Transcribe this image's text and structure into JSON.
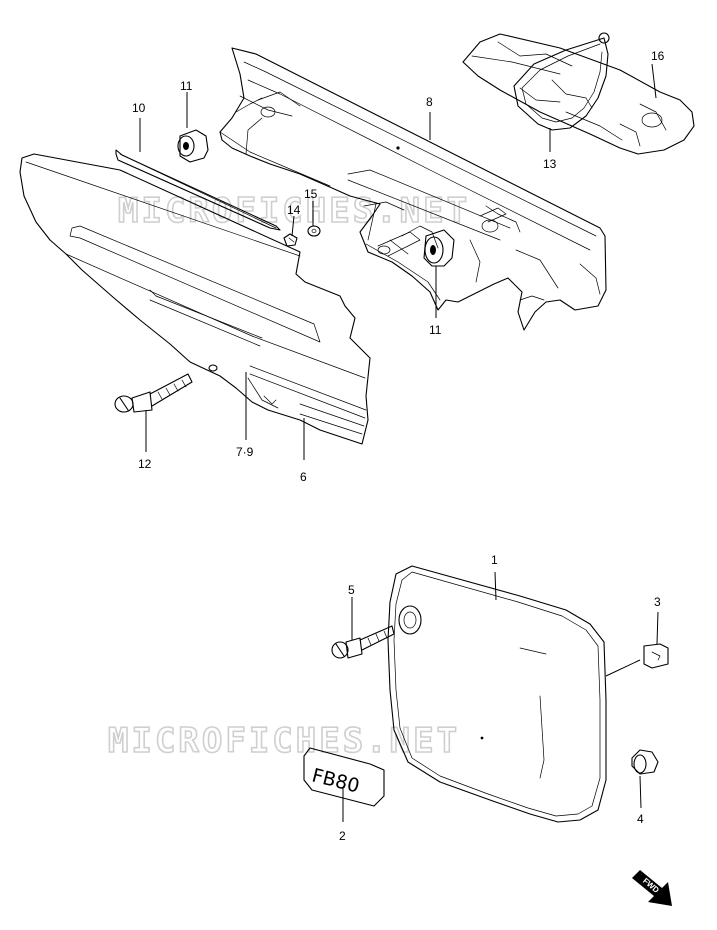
{
  "watermark": "MICROFICHES.NET",
  "parts": [
    {
      "ref": "1"
    },
    {
      "ref": "2"
    },
    {
      "ref": "3"
    },
    {
      "ref": "4"
    },
    {
      "ref": "5"
    },
    {
      "ref": "6"
    },
    {
      "ref": "7·9"
    },
    {
      "ref": "8"
    },
    {
      "ref": "10"
    },
    {
      "ref": "11"
    },
    {
      "ref": "11"
    },
    {
      "ref": "12"
    },
    {
      "ref": "13"
    },
    {
      "ref": "14"
    },
    {
      "ref": "15"
    },
    {
      "ref": "16"
    }
  ],
  "emblem_text": "FB80",
  "direction_arrow": "FWD"
}
